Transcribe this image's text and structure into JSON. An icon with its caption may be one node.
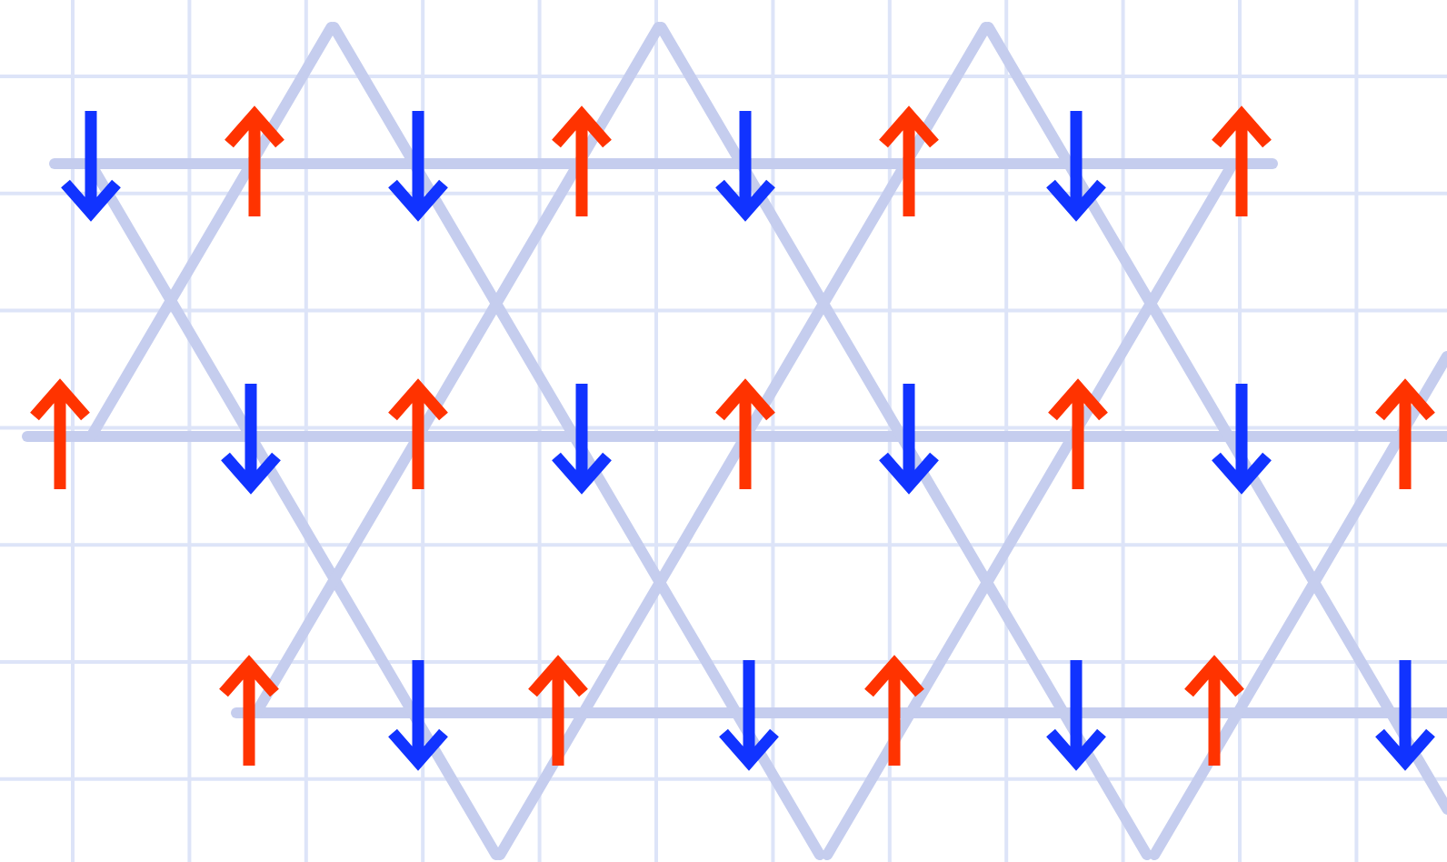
{
  "diagram": {
    "nodes": [
      {
        "text": [],
        "shape": "arrow-down"
      },
      {
        "text": [],
        "shape": "arrow-up"
      },
      {
        "text": [],
        "shape": "arrow-down"
      },
      {
        "text": [],
        "shape": "arrow-up"
      },
      {
        "text": [],
        "shape": "arrow-down"
      },
      {
        "text": [],
        "shape": "arrow-up"
      },
      {
        "text": [],
        "shape": "arrow-down"
      },
      {
        "text": [],
        "shape": "arrow-up"
      },
      {
        "text": [],
        "shape": "arrow-up"
      },
      {
        "text": [],
        "shape": "arrow-down"
      },
      {
        "text": [],
        "shape": "arrow-up"
      },
      {
        "text": [],
        "shape": "arrow-down"
      },
      {
        "text": [],
        "shape": "arrow-up"
      },
      {
        "text": [],
        "shape": "arrow-down"
      },
      {
        "text": [],
        "shape": "arrow-up"
      },
      {
        "text": [],
        "shape": "arrow-down"
      },
      {
        "text": [],
        "shape": "arrow-up"
      },
      {
        "text": [],
        "shape": "arrow-up"
      },
      {
        "text": [],
        "shape": "arrow-down"
      },
      {
        "text": [],
        "shape": "arrow-up"
      },
      {
        "text": [],
        "shape": "arrow-down"
      },
      {
        "text": [],
        "shape": "arrow-up"
      },
      {
        "text": [],
        "shape": "arrow-down"
      },
      {
        "text": [],
        "shape": "arrow-up"
      },
      {
        "text": [],
        "shape": "arrow-down"
      }
    ]
  }
}
